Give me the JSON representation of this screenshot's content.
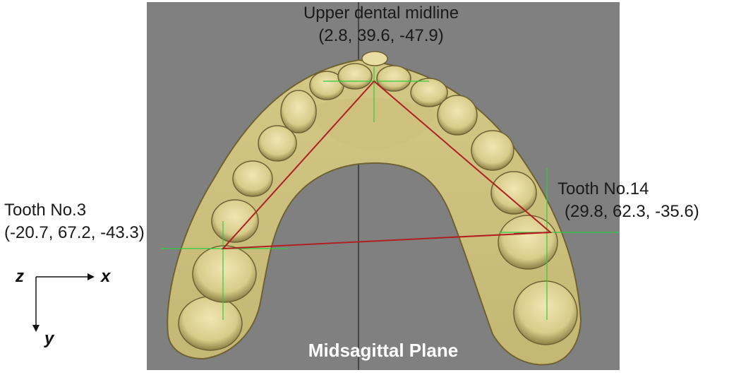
{
  "landmarks": {
    "midline": {
      "name": "Upper dental midline",
      "coords": "(2.8, 39.6,  -47.9)"
    },
    "tooth3": {
      "name": "Tooth No.3",
      "coords": "(-20.7, 67.2,  -43.3)"
    },
    "tooth14": {
      "name": "Tooth No.14",
      "coords": "(29.8,  62.3,  -35.6)"
    }
  },
  "plane_label": "Midsagittal Plane",
  "axes": {
    "x": "x",
    "y": "y",
    "z": "z"
  },
  "colors": {
    "background": "#808080",
    "model": "#d9cd8c",
    "triangle": "#b02020",
    "crosshair": "#2ecc40",
    "midsagittal": "#202020"
  }
}
